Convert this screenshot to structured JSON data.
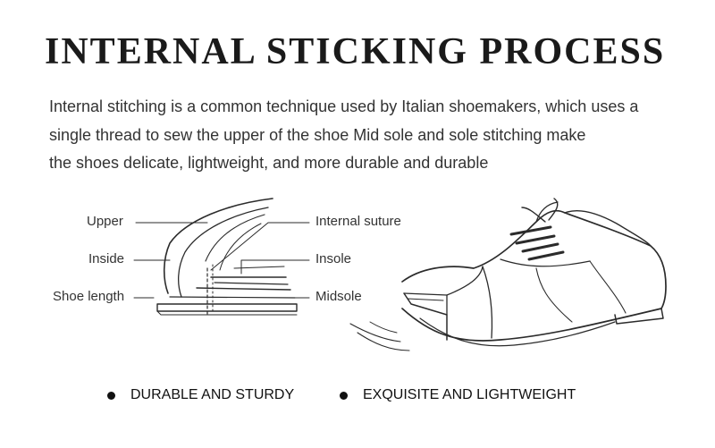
{
  "title": "INTERNAL STICKING PROCESS",
  "description": {
    "lines": [
      "Internal stitching is a common technique used by Italian shoemakers, which uses a",
      "single thread to sew the upper of the shoe Mid sole and sole stitching make",
      "the shoes delicate, lightweight, and more durable and durable"
    ]
  },
  "diagram": {
    "labels": {
      "upper": "Upper",
      "inside": "Inside",
      "shoe_length": "Shoe length",
      "internal_suture": "Internal suture",
      "insole": "Insole",
      "midsole": "Midsole"
    }
  },
  "features": [
    {
      "label": "DURABLE AND STURDY",
      "icon": "bullet-dot"
    },
    {
      "label": "EXQUISITE AND LIGHTWEIGHT",
      "icon": "bullet-dot"
    }
  ]
}
